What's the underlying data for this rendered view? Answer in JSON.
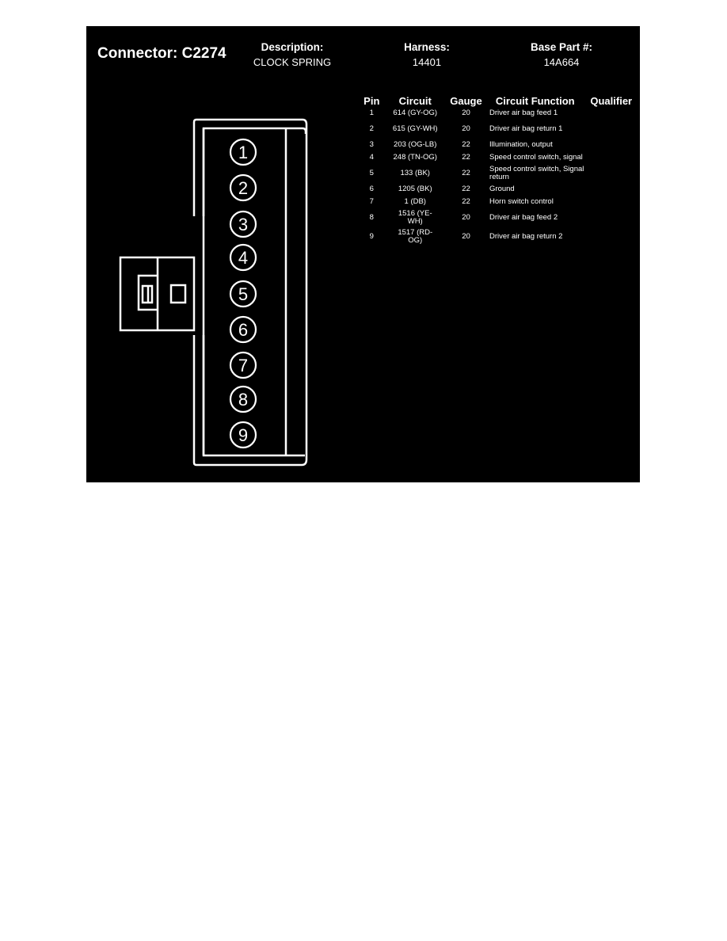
{
  "header": {
    "connector_label": "Connector: C2274",
    "description_label": "Description:",
    "description_value": "CLOCK SPRING",
    "harness_label": "Harness:",
    "harness_value": "14401",
    "base_part_label": "Base Part #:",
    "base_part_value": "14A664"
  },
  "table": {
    "columns": [
      "Pin",
      "Circuit",
      "Gauge",
      "Circuit Function",
      "Qualifier"
    ],
    "rows": [
      {
        "pin": "1",
        "circuit": "614 (GY-OG)",
        "gauge": "20",
        "function": "Driver air bag feed 1",
        "qualifier": ""
      },
      {
        "pin": "2",
        "circuit": "615 (GY-WH)",
        "gauge": "20",
        "function": "Driver air bag return 1",
        "qualifier": ""
      },
      {
        "pin": "3",
        "circuit": "203 (OG-LB)",
        "gauge": "22",
        "function": "Illumination, output",
        "qualifier": ""
      },
      {
        "pin": "4",
        "circuit": "248 (TN-OG)",
        "gauge": "22",
        "function": "Speed control switch, signal",
        "qualifier": ""
      },
      {
        "pin": "5",
        "circuit": "133 (BK)",
        "gauge": "22",
        "function": "Speed control switch, Signal return",
        "qualifier": ""
      },
      {
        "pin": "6",
        "circuit": "1205 (BK)",
        "gauge": "22",
        "function": "Ground",
        "qualifier": ""
      },
      {
        "pin": "7",
        "circuit": "1 (DB)",
        "gauge": "22",
        "function": "Horn switch control",
        "qualifier": ""
      },
      {
        "pin": "8",
        "circuit": "1516 (YE-WH)",
        "gauge": "20",
        "function": "Driver air bag feed 2",
        "qualifier": ""
      },
      {
        "pin": "9",
        "circuit": "1517 (RD-OG)",
        "gauge": "20",
        "function": "Driver air bag return 2",
        "qualifier": ""
      }
    ]
  },
  "diagram": {
    "pin_labels": [
      "1",
      "2",
      "3",
      "4",
      "5",
      "6",
      "7",
      "8",
      "9"
    ],
    "colors": {
      "background": "#000000",
      "stroke": "#ffffff"
    }
  }
}
